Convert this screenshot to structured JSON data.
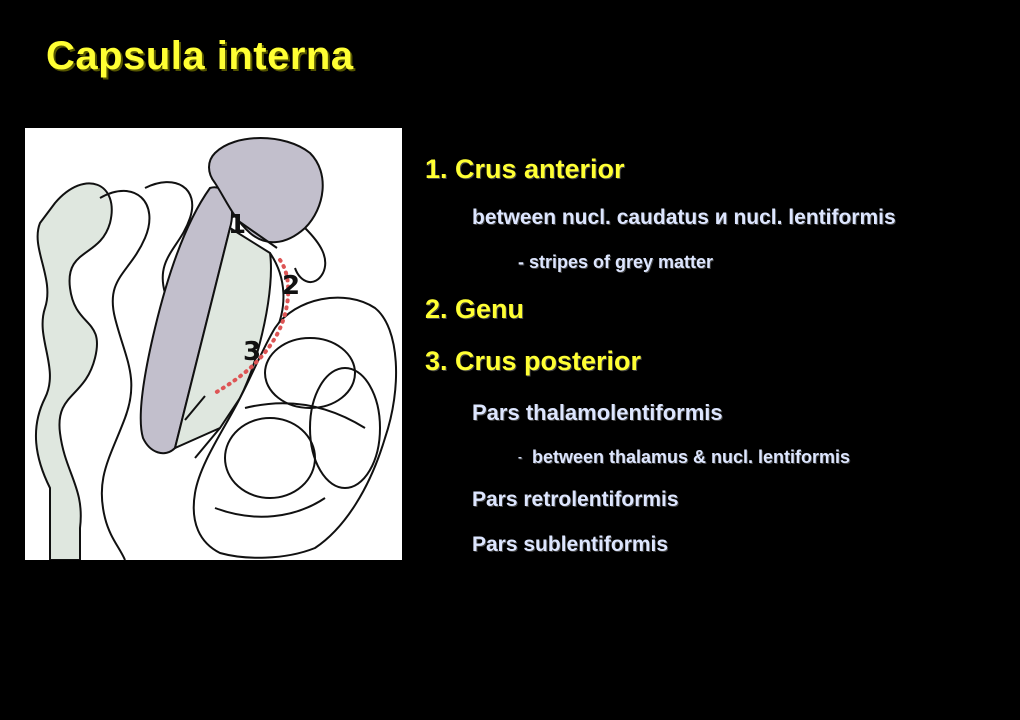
{
  "slide": {
    "title": "Capsula interna"
  },
  "figure": {
    "labels": [
      "1",
      "2",
      "3"
    ]
  },
  "items": [
    {
      "text": "1. Crus anterior"
    },
    {
      "text": "between nucl. caudatus и nucl. lentiformis"
    },
    {
      "text": "- stripes of grey matter"
    },
    {
      "text": "2. Genu"
    },
    {
      "text": "3. Crus posterior"
    },
    {
      "text": "Pars thalamolentiformis"
    },
    {
      "bullet": "-",
      "text": "between thalamus & nucl. lentiformis"
    },
    {
      "text": "Pars retrolentiformis"
    },
    {
      "text": "Pars sublentiformis"
    }
  ],
  "colors": {
    "background": "#000000",
    "title": "#ffff33",
    "heading": "#ffff33",
    "subtext": "#dde6ff",
    "grey_matter": "#c2bfcc",
    "lentiform": "#dfe7df",
    "genu_dots": "#dd5555"
  }
}
